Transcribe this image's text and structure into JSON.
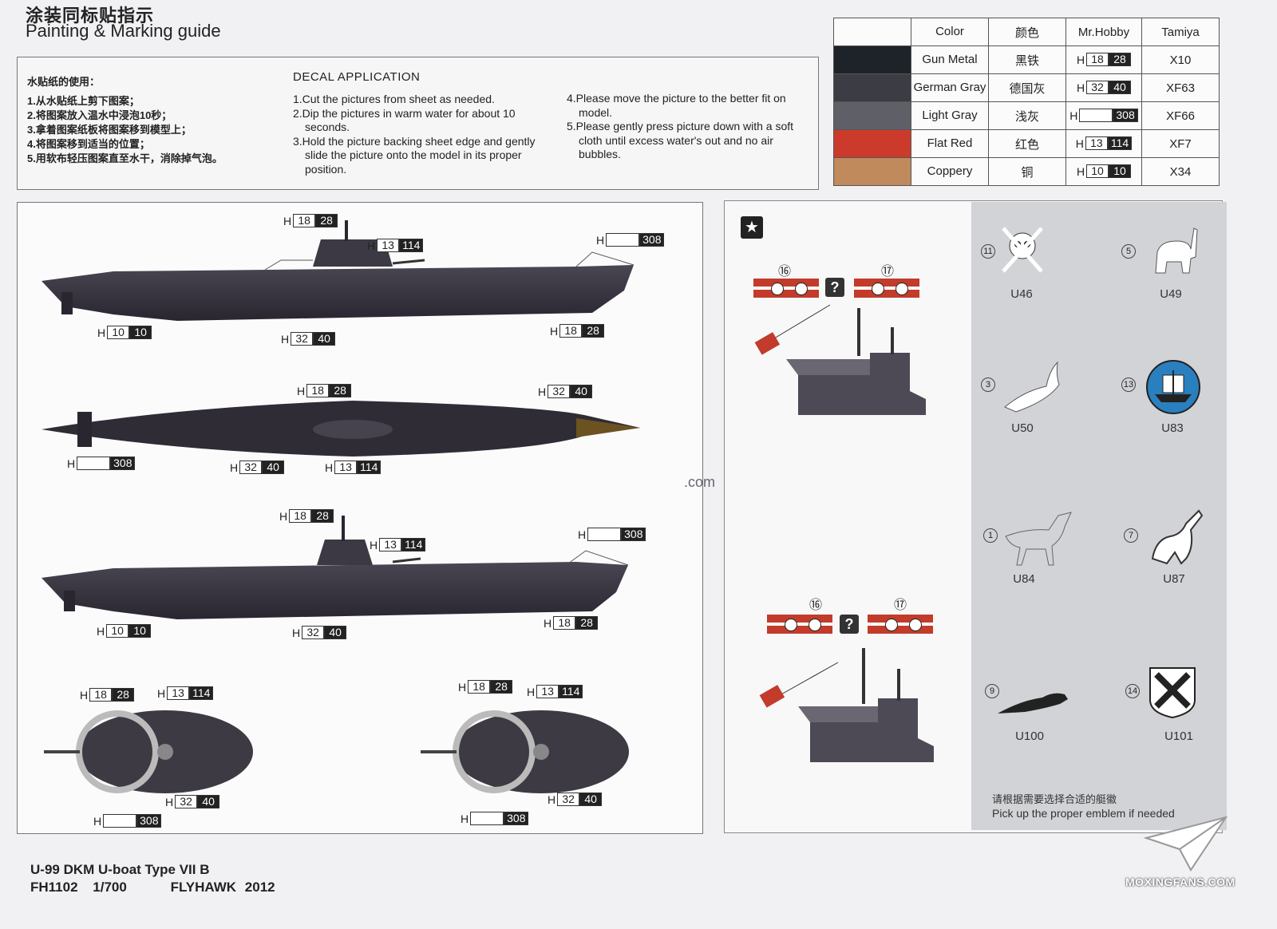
{
  "header": {
    "title_cn": "涂装同标贴指示",
    "title_en": "Painting & Marking guide"
  },
  "instructions": {
    "cn_heading": "水贴纸的使用：",
    "cn_steps": [
      "1.从水贴纸上剪下图案；",
      "2.将图案放入温水中浸泡10秒；",
      "3.拿着图案纸板将图案移到模型上；",
      "4.将图案移到适当的位置；",
      "5.用软布轻压图案直至水干，消除掉气泡。"
    ],
    "en_heading": "DECAL APPLICATION",
    "en_steps_col1": [
      "1.Cut the pictures from sheet as needed.",
      "2.Dip the pictures in warm water for about 10 seconds.",
      "3.Hold the picture backing sheet edge and gently slide the picture onto the model in its proper position."
    ],
    "en_steps_col2": [
      "4.Please move the picture to the better fit on model.",
      "5.Please gently press picture down with a soft cloth until excess water's out and no air bubbles."
    ]
  },
  "color_table": {
    "headers": [
      "Color",
      "颜色",
      "Mr.Hobby",
      "Tamiya"
    ],
    "rows": [
      {
        "name": "Gun Metal",
        "cn": "黑铁",
        "h": "H",
        "mr1": "18",
        "mr2": "28",
        "tamiya": "X10",
        "swatch": "#1e2329"
      },
      {
        "name": "German Gray",
        "cn": "德国灰",
        "h": "H",
        "mr1": "32",
        "mr2": "40",
        "tamiya": "XF63",
        "swatch": "#3c3c44"
      },
      {
        "name": "Light Gray",
        "cn": "浅灰",
        "h": "H",
        "mr1": "",
        "mr2": "308",
        "tamiya": "XF66",
        "swatch": "#5f6067"
      },
      {
        "name": "Flat Red",
        "cn": "红色",
        "h": "H",
        "mr1": "13",
        "mr2": "114",
        "tamiya": "XF7",
        "swatch": "#cc3a2c"
      },
      {
        "name": "Coppery",
        "cn": "铜",
        "h": "H",
        "mr1": "10",
        "mr2": "10",
        "tamiya": "X34",
        "swatch": "#c08a5c"
      }
    ]
  },
  "hull_codes": {
    "h18_28": {
      "h": "H",
      "a": "18",
      "b": "28"
    },
    "h13_114": {
      "h": "H",
      "a": "13",
      "b": "114"
    },
    "h308": {
      "h": "H",
      "a": "",
      "b": "308"
    },
    "h10_10": {
      "h": "H",
      "a": "10",
      "b": "10"
    },
    "h32_40": {
      "h": "H",
      "a": "32",
      "b": "40"
    }
  },
  "markings": {
    "flag_num_left": "⑯",
    "flag_num_right": "⑰",
    "question": "?",
    "star": "★"
  },
  "emblems": [
    {
      "num": "11",
      "label": "U46"
    },
    {
      "num": "5",
      "label": "U49"
    },
    {
      "num": "3",
      "label": "U50"
    },
    {
      "num": "13",
      "label": "U83"
    },
    {
      "num": "1",
      "label": "U84"
    },
    {
      "num": "7",
      "label": "U87"
    },
    {
      "num": "9",
      "label": "U100"
    },
    {
      "num": "14",
      "label": "U101"
    }
  ],
  "emblem_note_cn": "请根据需要选择合适的艇徽",
  "emblem_note_en": "Pick up the proper emblem if needed",
  "watermark_fragment": ".com",
  "footer": {
    "model": "U-99 DKM U-boat Type VII B",
    "code": "FH1102",
    "scale": "1/700",
    "maker": "FLYHAWK",
    "year": "2012"
  },
  "site_logo": "MOXINGFANS.COM"
}
